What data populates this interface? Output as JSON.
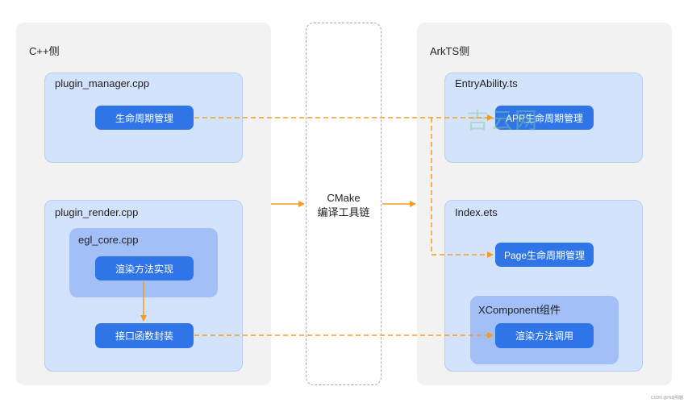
{
  "left_panel": {
    "title": "C++侧",
    "plugin_manager": {
      "label": "plugin_manager.cpp",
      "button": "生命周期管理"
    },
    "plugin_render": {
      "label": "plugin_render.cpp",
      "egl_core": {
        "label": "egl_core.cpp",
        "button": "渲染方法实现"
      },
      "button": "接口函数封装"
    }
  },
  "center": {
    "line1": "CMake",
    "line2": "编译工具链"
  },
  "right_panel": {
    "title": "ArkTS侧",
    "entry_ability": {
      "label": "EntryAbility.ts",
      "button": "APP生命周期管理"
    },
    "index": {
      "label": "Index.ets",
      "button": "Page生命周期管理",
      "xcomponent": {
        "label": "XComponent组件",
        "button": "渲染方法调用"
      }
    }
  },
  "watermark": "吉云网",
  "credit": "CSDN @Hi说明器",
  "colors": {
    "arrow": "#f59a23",
    "button": "#2f75e8",
    "box": "#d3e3fb",
    "inner_box": "#a2c0f7",
    "panel": "#f2f2f2"
  }
}
